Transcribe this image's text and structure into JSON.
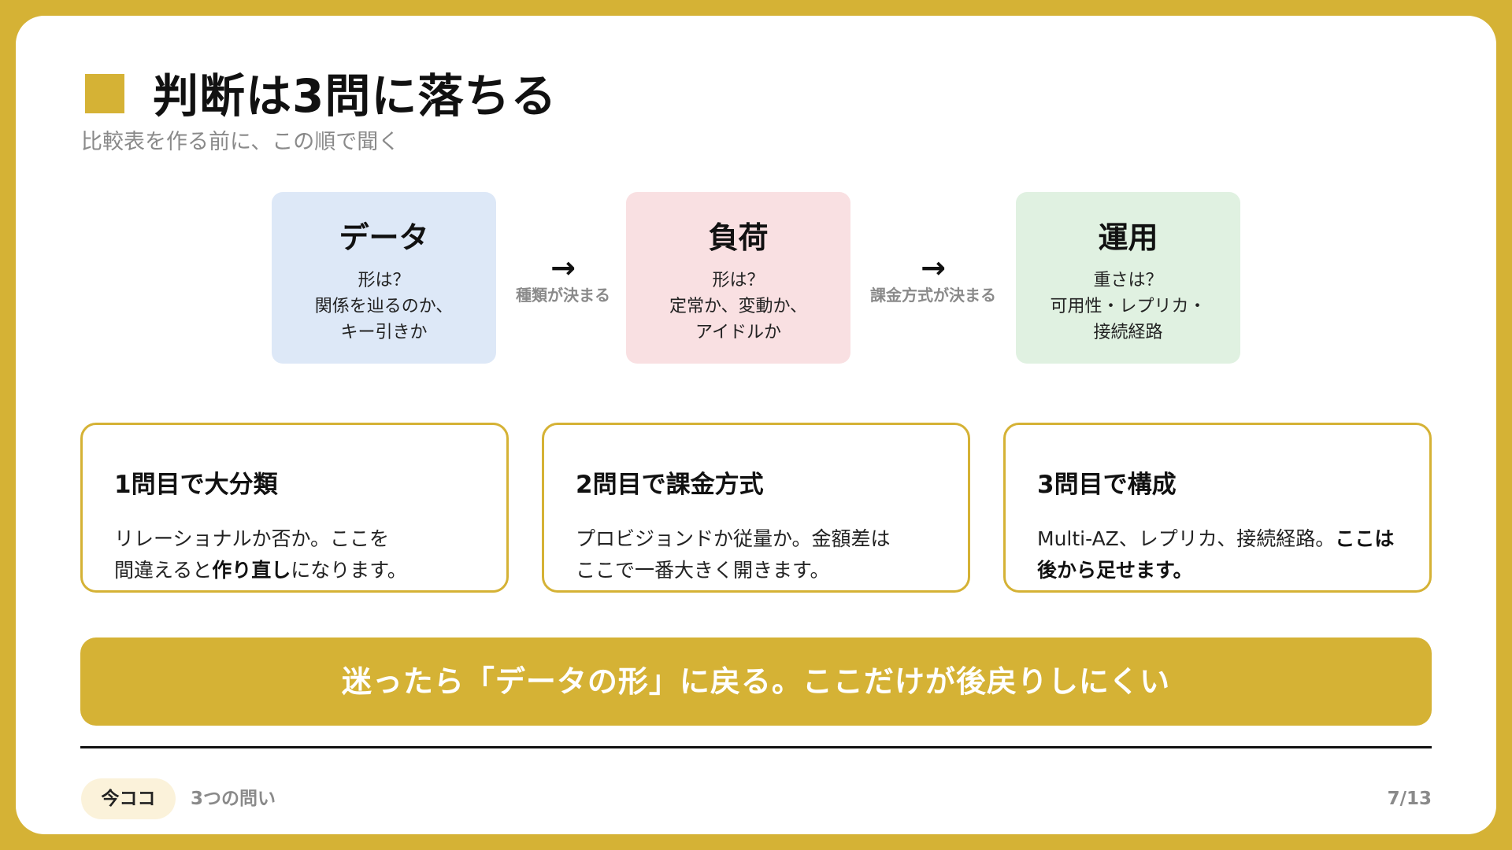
{
  "header": {
    "title": "判断は3問に落ちる",
    "subtitle": "比較表を作る前に、この順で聞く"
  },
  "flow": [
    {
      "title": "データ",
      "lines": [
        "形は？",
        "関係を辿るのか、",
        "キー引きか"
      ],
      "color": "#dde8f7"
    },
    {
      "title": "負荷",
      "lines": [
        "形は？",
        "定常か、変動か、",
        "アイドルか"
      ],
      "color": "#f9e0e2"
    },
    {
      "title": "運用",
      "lines": [
        "重さは？",
        "可用性・レプリカ・",
        "接続経路"
      ],
      "color": "#e0f1e1"
    }
  ],
  "arrows": [
    {
      "glyph": "→",
      "label": "種類が決まる"
    },
    {
      "glyph": "→",
      "label": "課金方式が決まる"
    }
  ],
  "cards": [
    {
      "title": "1問目で大分類",
      "body_line1": "リレーショナルか否か。ここを",
      "body_line2_pre": "間違えると",
      "body_line2_bold": "作り直し",
      "body_line2_post": "になります。"
    },
    {
      "title": "2問目で課金方式",
      "body_line1": "プロビジョンドか従量か。金額差は",
      "body_line2": "ここで一番大きく開きます。"
    },
    {
      "title": "3問目で構成",
      "body_line1_pre": "Multi-AZ、レプリカ、接続経路。",
      "body_line1_bold": "ここは",
      "body_line2_bold": "後から足せます。"
    }
  ],
  "banner": "迷ったら「データの形」に戻る。ここだけが後戻りしにくい",
  "footer": {
    "pill": "今ココ",
    "crumb": "3つの問い",
    "page": "7/13"
  },
  "colors": {
    "accent": "#d5b235"
  }
}
